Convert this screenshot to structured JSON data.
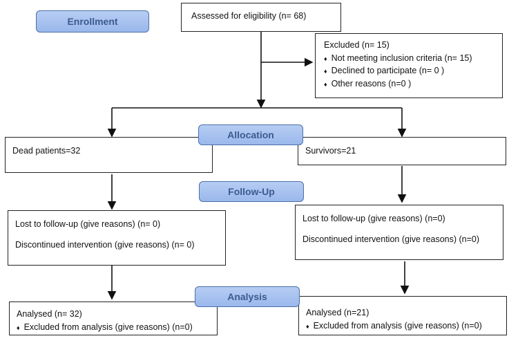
{
  "stages": {
    "enrollment": "Enrollment",
    "allocation": "Allocation",
    "followup": "Follow-Up",
    "analysis": "Analysis"
  },
  "assessed": "Assessed for eligibility (n= 68)",
  "excluded": {
    "title": "Excluded (n= 15)",
    "items": [
      "Not meeting inclusion criteria (n= 15)",
      "Declined to participate (n= 0 )",
      "Other reasons (n=0  )"
    ]
  },
  "left": {
    "allocation": "Dead patients=32",
    "followup": [
      "Lost to follow-up (give reasons) (n= 0)",
      "Discontinued intervention (give reasons) (n= 0)"
    ],
    "analysis": {
      "title": "Analysed (n= 32)",
      "item": "Excluded from analysis (give reasons) (n=0)"
    }
  },
  "right": {
    "allocation": "Survivors=21",
    "followup": [
      "Lost to follow-up (give reasons) (n=0)",
      "Discontinued intervention (give reasons) (n=0)"
    ],
    "analysis": {
      "title": "Analysed (n=21)",
      "item": "Excluded from analysis (give reasons) (n=0)"
    }
  },
  "bullet_glyph": "♦"
}
